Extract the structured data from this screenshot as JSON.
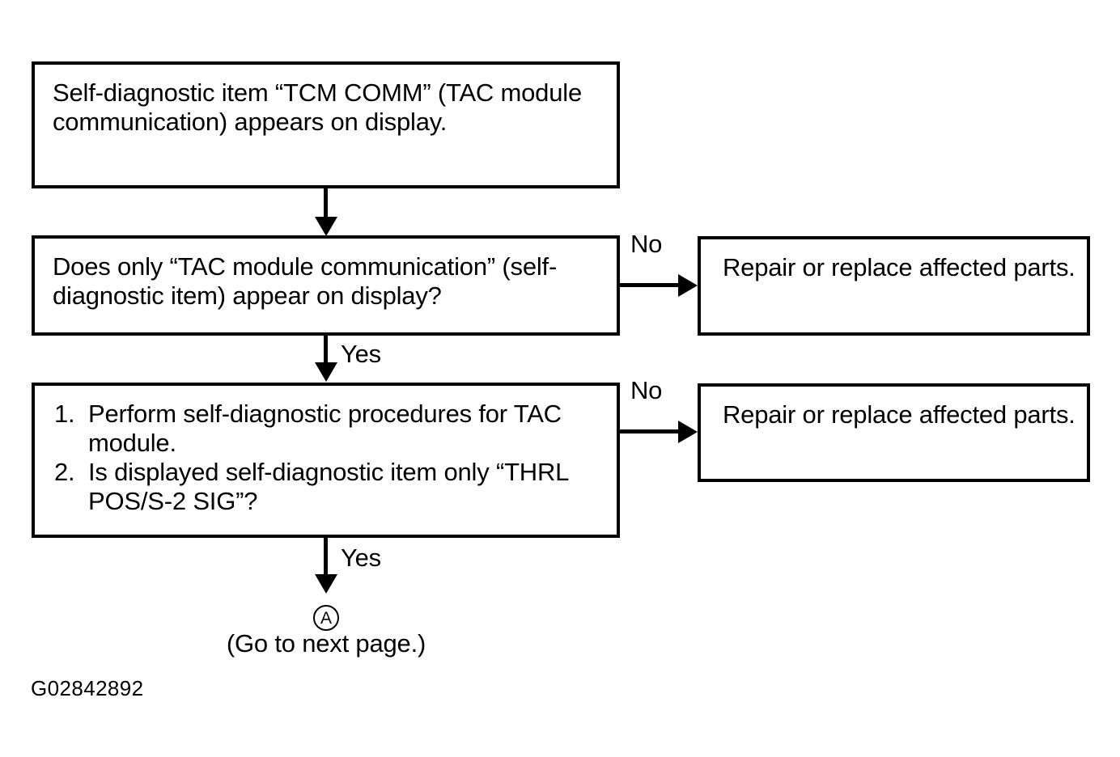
{
  "figure": {
    "id_label": "G02842892",
    "background_color": "#ffffff",
    "line_color": "#000000"
  },
  "boxes": {
    "symptom": {
      "text": "Self-diagnostic item “TCM COMM” (TAC module communication) appears on display."
    },
    "question_1": {
      "text": "Does only “TAC module communication” (self-diagnostic item) appear on display?"
    },
    "question_2": {
      "items": [
        {
          "marker": "1.",
          "text": "Perform self-diagnostic procedures for TAC module."
        },
        {
          "marker": "2.",
          "text": "Is displayed self-diagnostic item only “THRL POS/S-2 SIG”?"
        }
      ]
    },
    "repair_1": {
      "text": "Repair or replace affected parts."
    },
    "repair_2": {
      "text": "Repair or replace affected parts."
    }
  },
  "branch_labels": {
    "no_1": "No",
    "no_2": "No",
    "yes_1": "Yes",
    "yes_2": "Yes"
  },
  "connector": {
    "letter": "A",
    "note": "(Go to next page.)"
  }
}
